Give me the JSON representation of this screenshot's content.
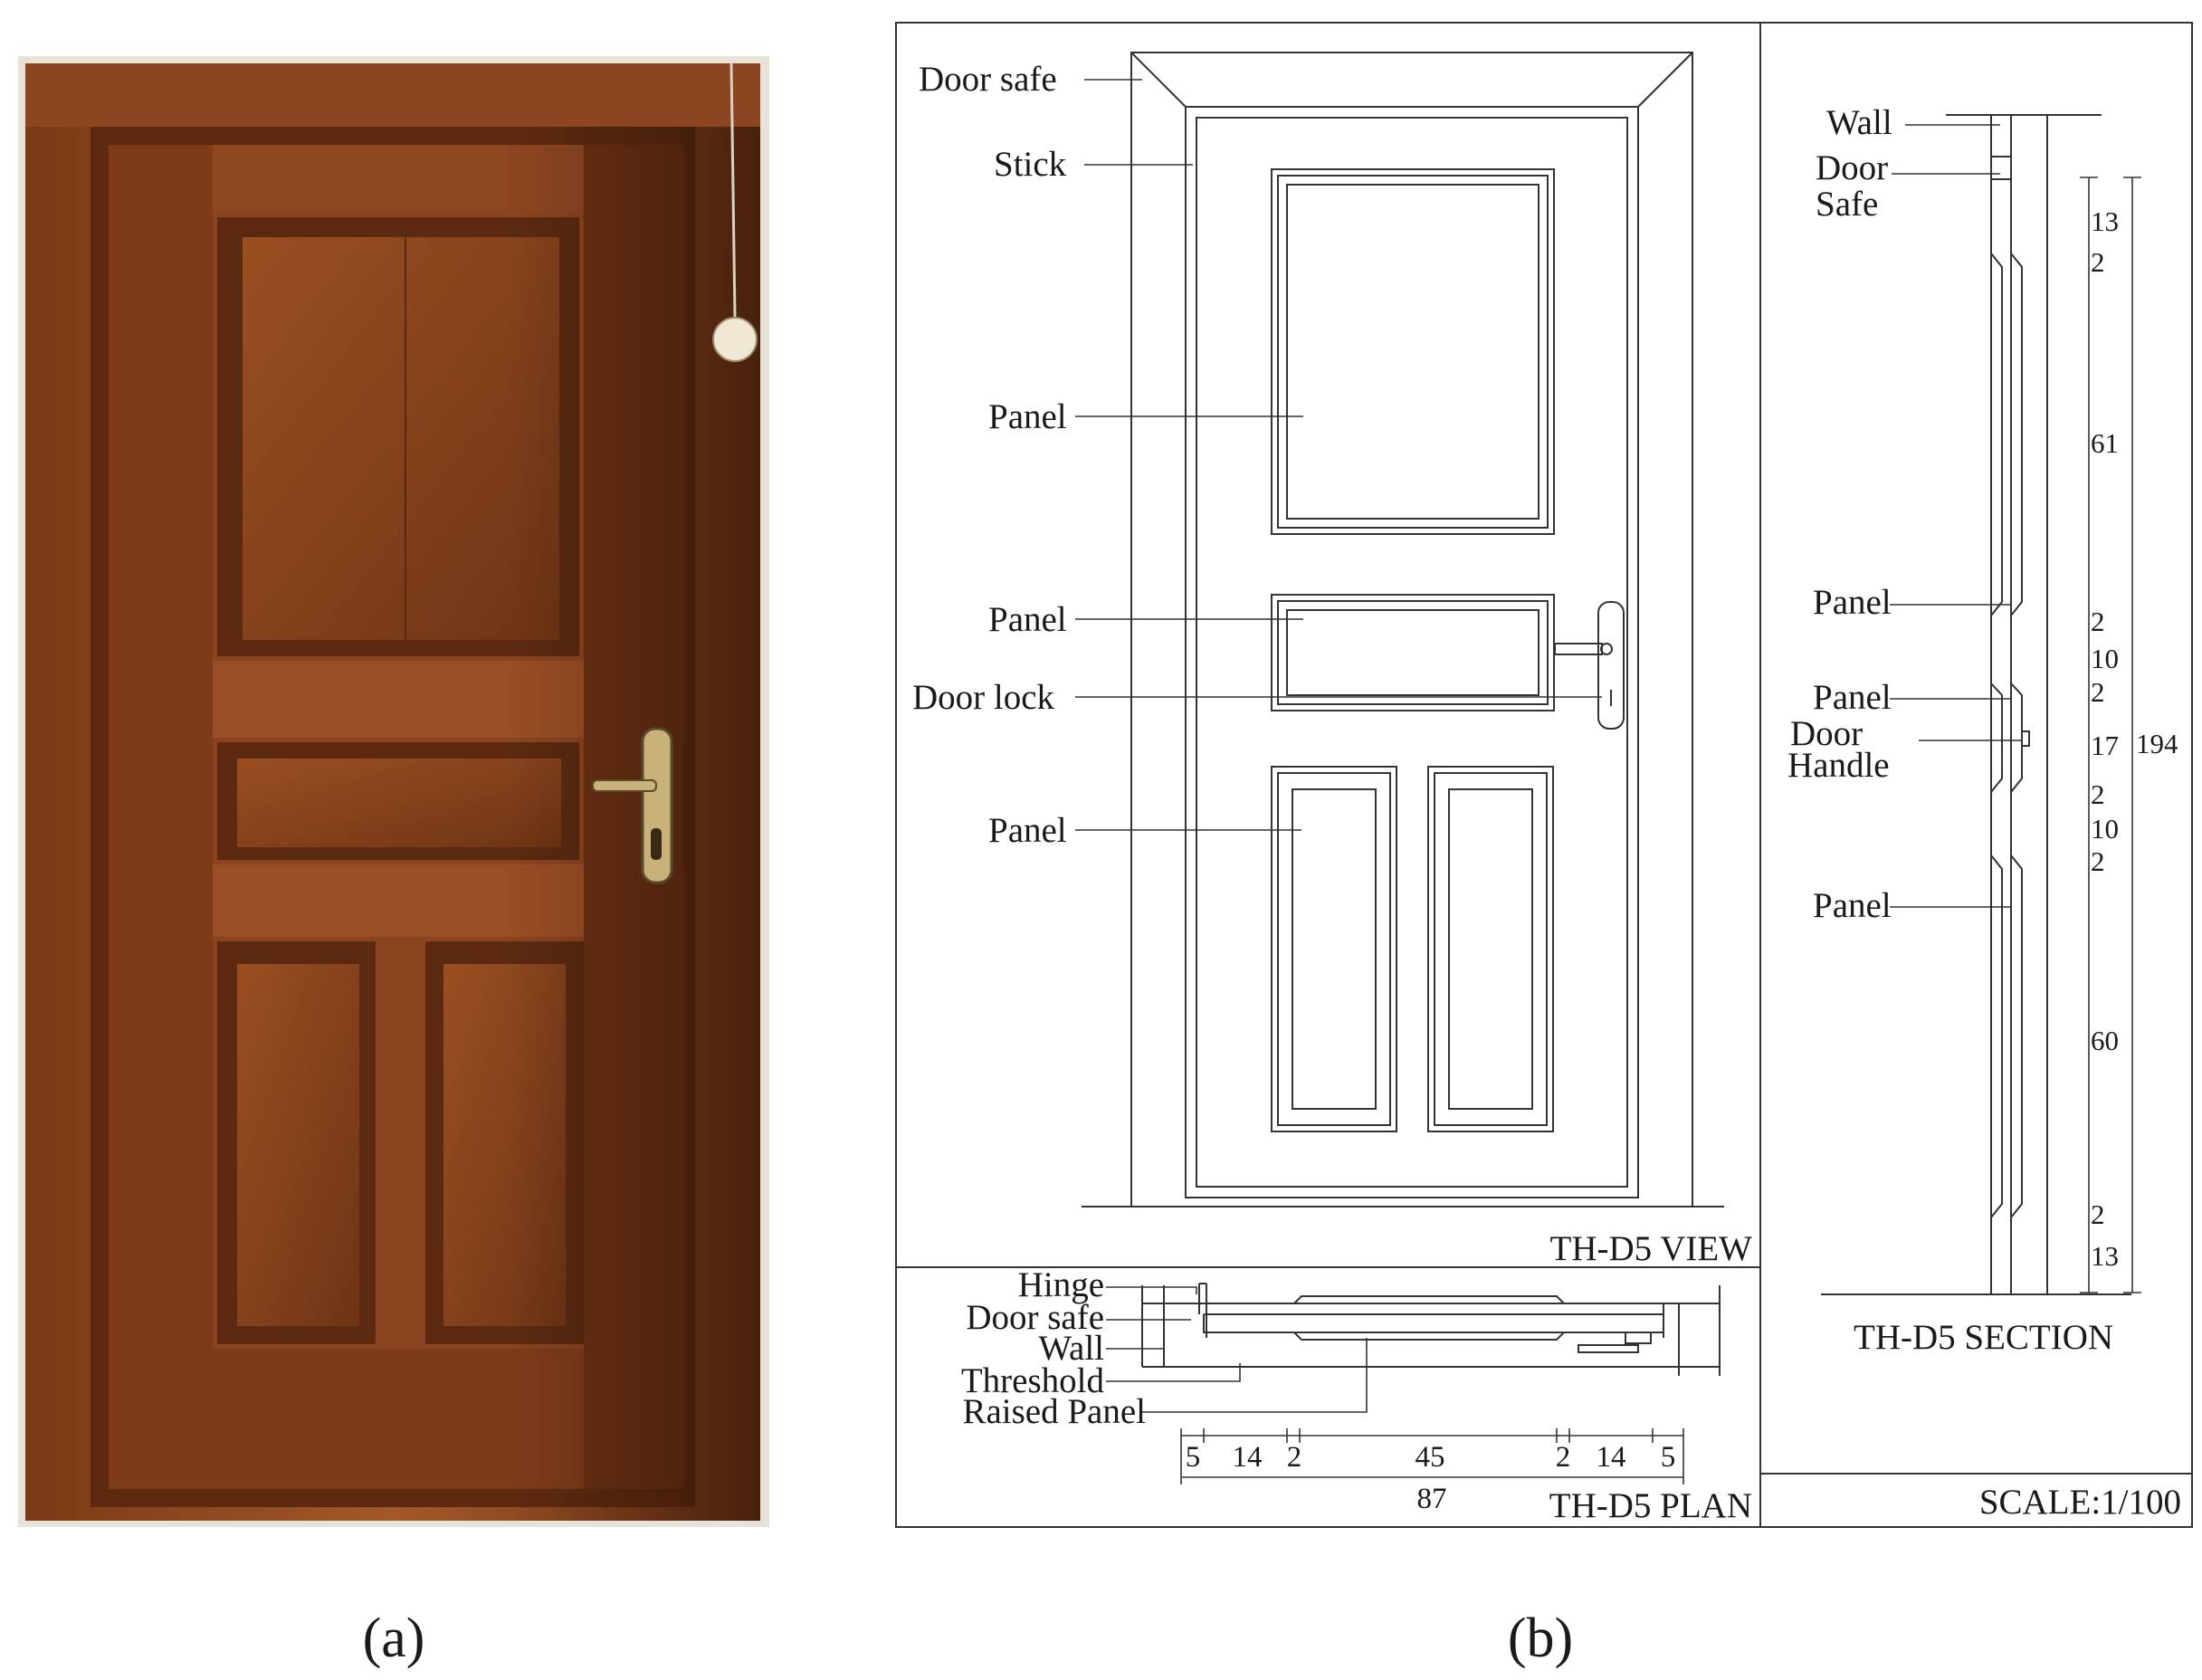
{
  "photo": {
    "caption": "(a)",
    "colors": {
      "wood_dark": "#5a2a10",
      "wood_mid": "#8a4520",
      "wood_light": "#a65a2e",
      "frame": "#7a3a18",
      "wall": "#e9e4dc",
      "handle": "#c9b27a"
    }
  },
  "drawing": {
    "caption": "(b)",
    "view_title": "TH-D5 VIEW",
    "plan_title": "TH-D5 PLAN",
    "section_title": "TH-D5 SECTION",
    "scale": "SCALE:1/100",
    "view_labels": {
      "door_safe": "Door safe",
      "stick": "Stick",
      "panel_top": "Panel",
      "panel_mid": "Panel",
      "door_lock": "Door lock",
      "panel_bottom": "Panel"
    },
    "plan_labels": {
      "hinge": "Hinge",
      "door_safe": "Door safe",
      "wall": "Wall",
      "threshold": "Threshold",
      "raised_panel": "Raised Panel"
    },
    "plan_dims": [
      "5",
      "14",
      "2",
      "45",
      "2",
      "14",
      "5"
    ],
    "plan_total": "87",
    "section_labels": {
      "wall": "Wall",
      "door_line1": "Door",
      "door_line2": "Safe",
      "panel_1": "Panel",
      "panel_2": "Panel",
      "handle_line1": "Door",
      "handle_line2": "Handle",
      "panel_3": "Panel"
    },
    "section_dims": [
      "13",
      "2",
      "61",
      "2",
      "10",
      "2",
      "17",
      "2",
      "10",
      "2",
      "60",
      "2",
      "13"
    ],
    "section_total": "194"
  }
}
